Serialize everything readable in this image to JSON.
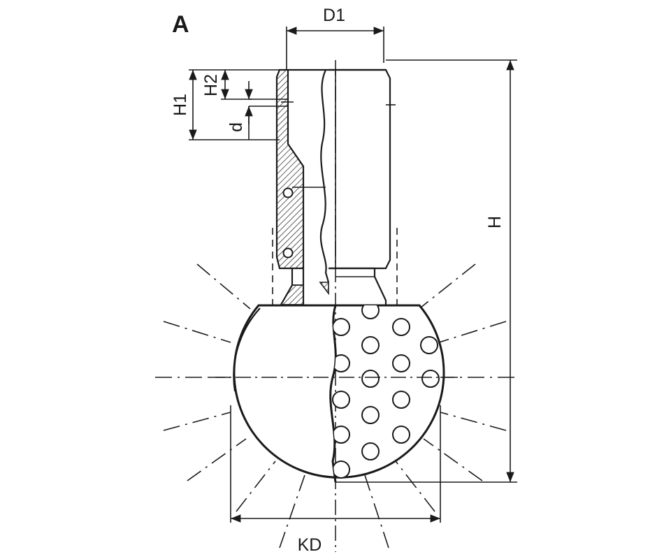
{
  "drawing": {
    "view_label": "A",
    "dimensions": {
      "d1": "D1",
      "h1": "H1",
      "h2": "H2",
      "d": "d",
      "h": "H",
      "kd": "KD"
    }
  }
}
